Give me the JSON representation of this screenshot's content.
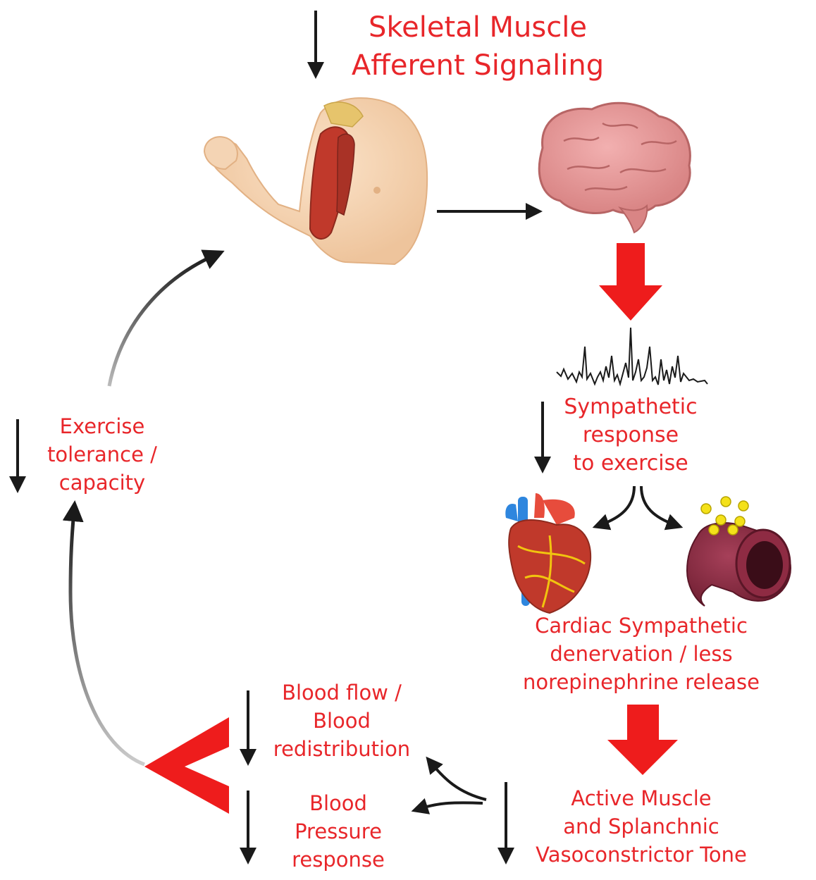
{
  "labels": {
    "skeletal_muscle": [
      "Skeletal Muscle",
      "Afferent Signaling"
    ],
    "sympathetic": [
      "Sympathetic",
      "response",
      "to exercise"
    ],
    "cardiac": [
      "Cardiac Sympathetic",
      "denervation / less",
      "norepinephrine release"
    ],
    "vasoconstrictor": [
      "Active Muscle",
      "and Splanchnic",
      "Vasoconstrictor Tone"
    ],
    "blood_pressure": [
      "Blood",
      "Pressure",
      "response"
    ],
    "blood_flow": [
      "Blood flow /",
      "Blood",
      "redistribution"
    ],
    "exercise_tolerance": [
      "Exercise",
      "tolerance /",
      "capacity"
    ]
  },
  "colors": {
    "accent_red": "#e8262a",
    "arrow_black": "#1a1a1a"
  },
  "icons": {
    "arm": "flexed-arm-muscle-icon",
    "brain": "brain-icon",
    "signal": "nerve-signal-trace-icon",
    "heart": "heart-icon",
    "vessel": "blood-vessel-icon"
  }
}
